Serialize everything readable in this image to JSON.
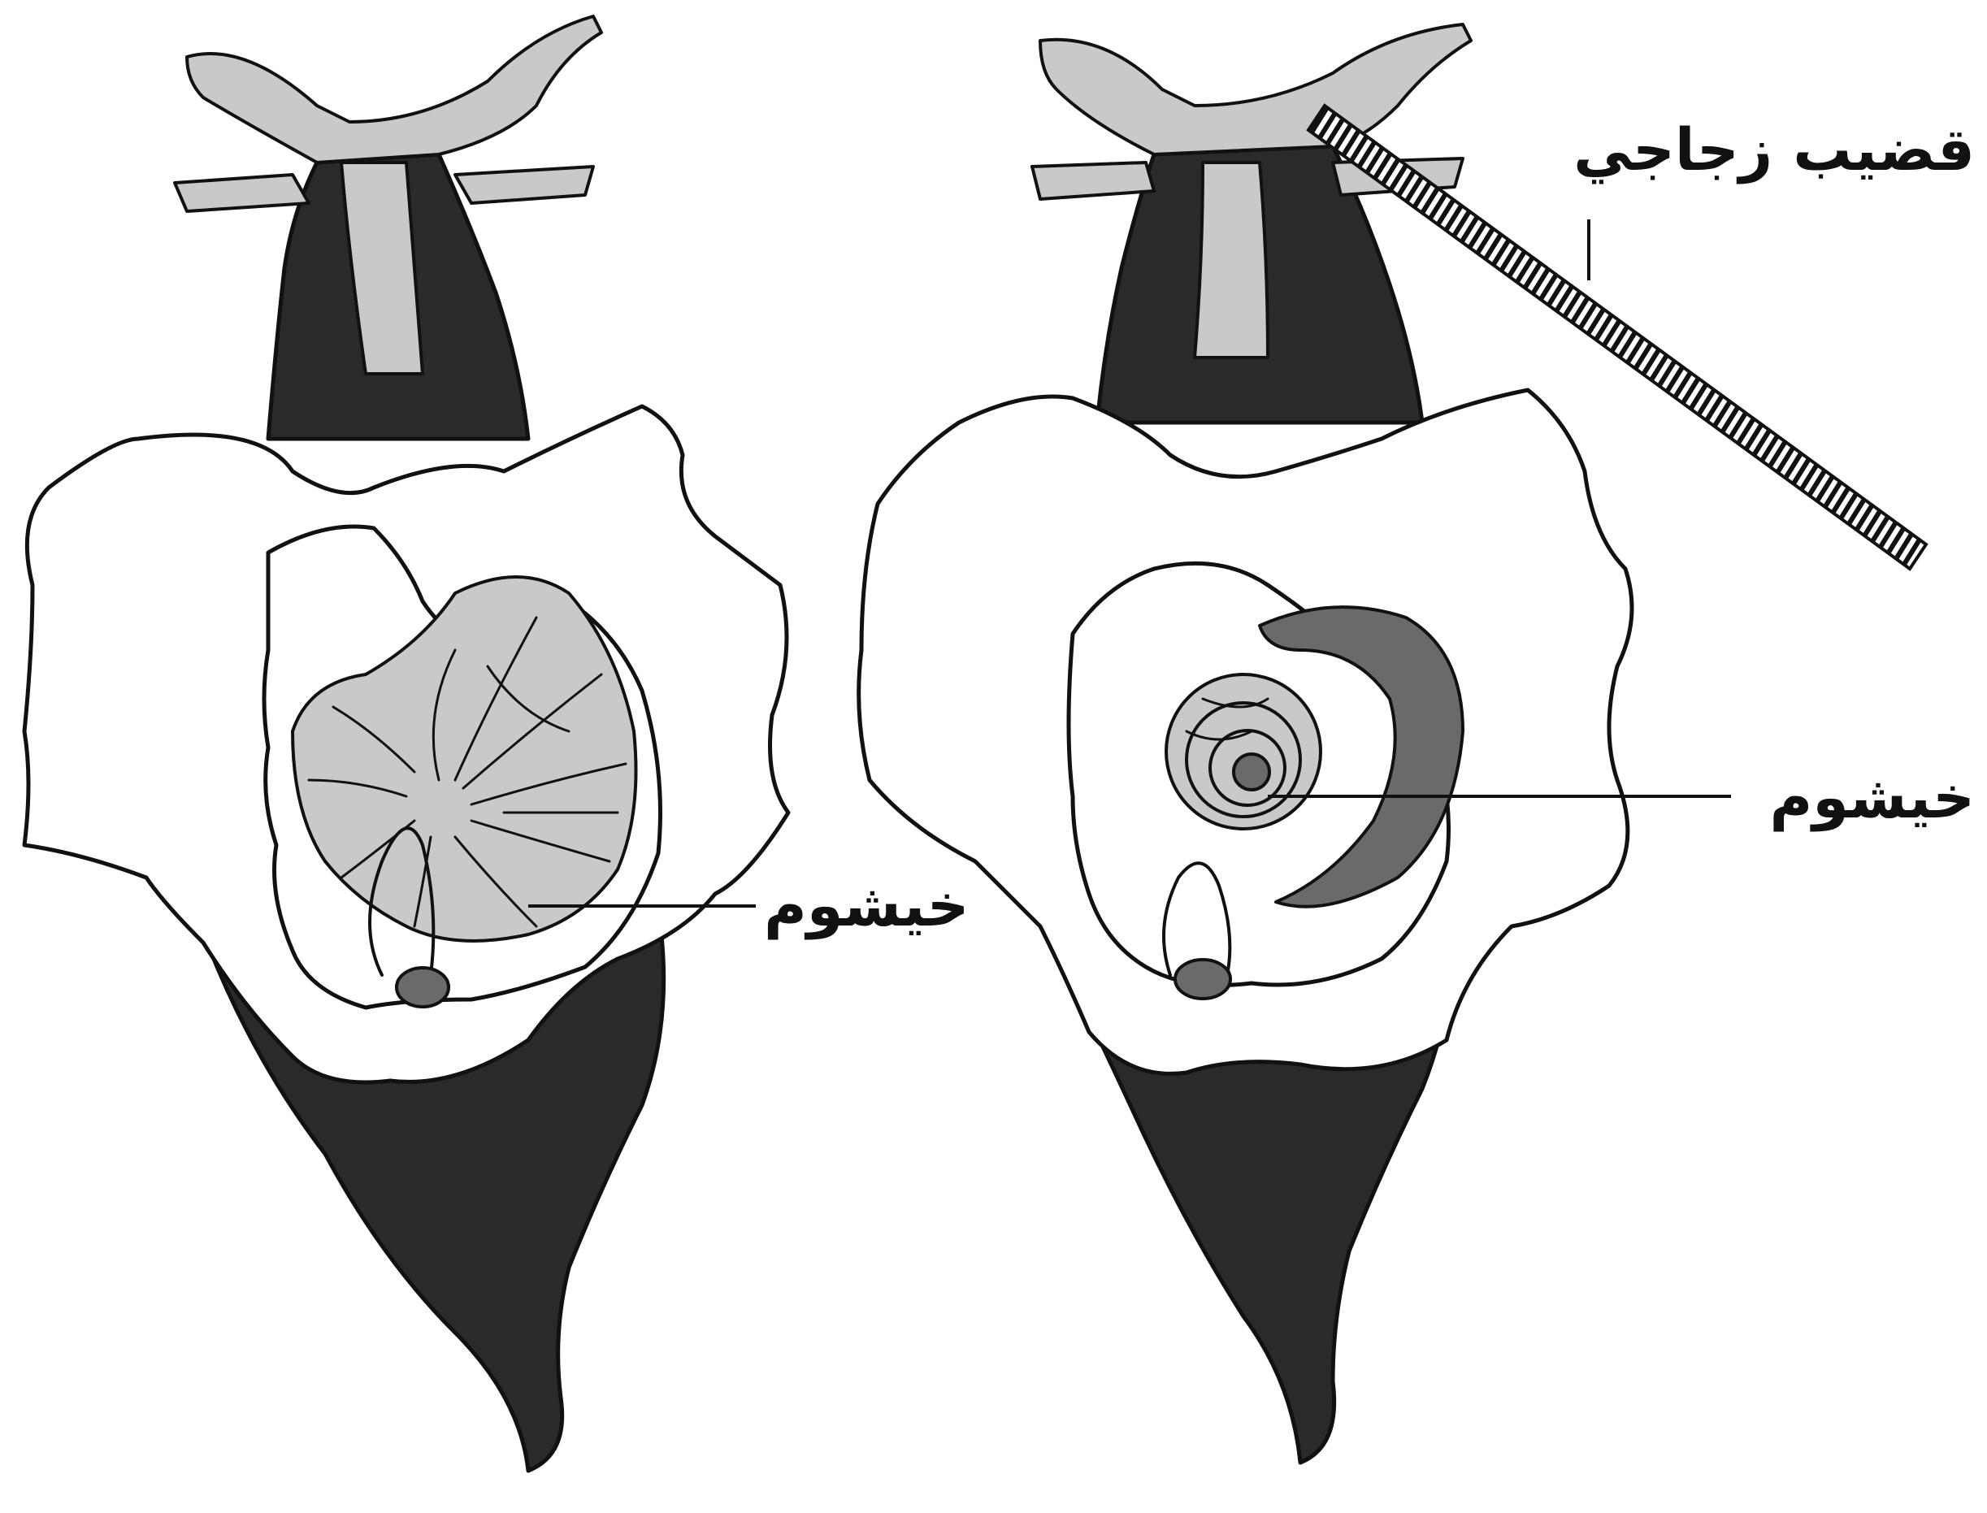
{
  "labels": {
    "glass_rod": "قضيب زجاجي",
    "gill_right": "خيشوم",
    "gill_left": "خيشوم"
  },
  "colors": {
    "ink": "#111111",
    "paper": "#ffffff"
  }
}
